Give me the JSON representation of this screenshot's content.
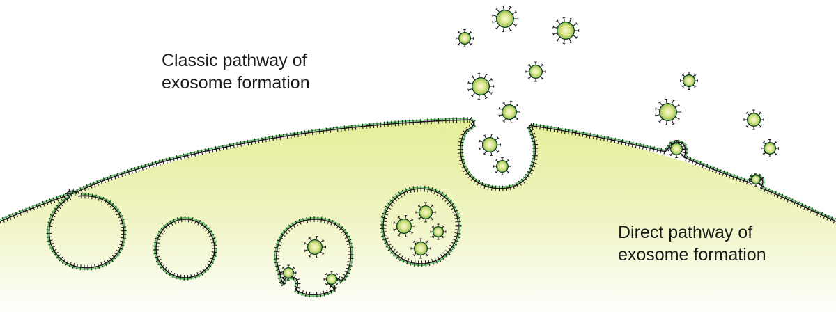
{
  "labels": {
    "classic_line1": "Classic pathway of",
    "classic_line2": "exosome formation",
    "direct_line1": "Direct pathway of",
    "direct_line2": "exosome formation"
  },
  "colors": {
    "cytoplasm_top": "#e6ef9e",
    "cytoplasm_bottom": "#ffffff",
    "membrane_dark": "#1a1a1a",
    "membrane_green": "#4fc05a",
    "exosome_fill_center": "#f8f9c9",
    "exosome_fill_edge": "#a9c256",
    "background": "#ffffff"
  },
  "elements": {
    "plasma_membrane": "plasma-membrane",
    "exosome": "exosome",
    "endosome": "endosome",
    "multivesicular_body": "multivesicular-body"
  }
}
